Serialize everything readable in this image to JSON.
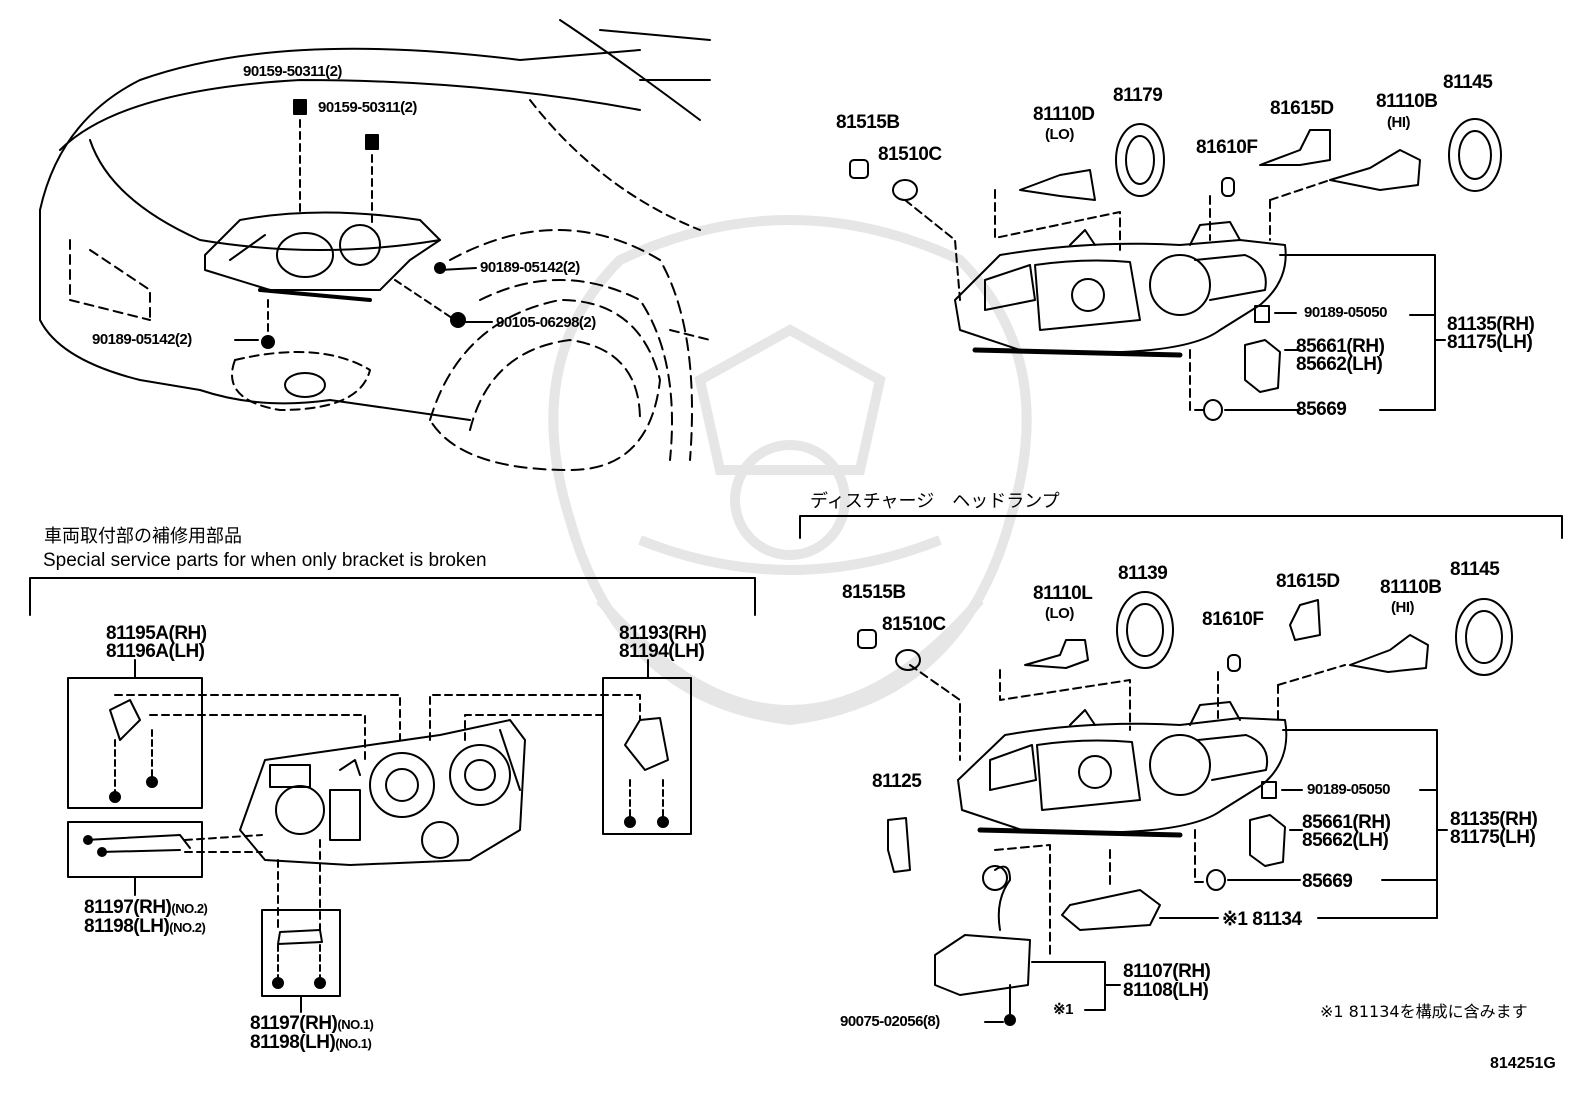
{
  "watermark": "samurai-helmet-logo",
  "colors": {
    "line": "#000000",
    "watermark": "#e6e6e6",
    "background": "#ffffff"
  },
  "vehicle_view": {
    "labels": {
      "bolt_a": "90159-50311(2)",
      "bolt_b": "90159-50311(2)",
      "screw_right": "90189-05142(2)",
      "screw_left": "90189-05142(2)",
      "nut": "90105-06298(2)"
    }
  },
  "halogen_assembly": {
    "labels": {
      "p81515b": "81515B",
      "p81510c": "81510C",
      "p81110d": "81110D",
      "p81110d_note": "(LO)",
      "p81179": "81179",
      "p81610f": "81610F",
      "p81615d": "81615D",
      "p81110b": "81110B",
      "p81110b_note": "(HI)",
      "p81145": "81145",
      "p90189": "90189-05050",
      "p81135": "81135(RH)",
      "p81175": "81175(LH)",
      "p85661": "85661(RH)",
      "p85662": "85662(LH)",
      "p85669": "85669"
    }
  },
  "bracket_section": {
    "title_jp": "車両取付部の補修用部品",
    "title_en": "Special service parts for when only bracket is broken",
    "labels": {
      "p81195a": "81195A(RH)",
      "p81196a": "81196A(LH)",
      "p81193": "81193(RH)",
      "p81194": "81194(LH)",
      "p81197_no2": "81197(RH)",
      "p81197_no2_note": "(NO.2)",
      "p81198_no2": "81198(LH)",
      "p81198_no2_note": "(NO.2)",
      "p81197_no1": "81197(RH)",
      "p81197_no1_note": "(NO.1)",
      "p81198_no1": "81198(LH)",
      "p81198_no1_note": "(NO.1)"
    }
  },
  "discharge_assembly": {
    "title_jp": "ディスチャージ　ヘッドランプ",
    "labels": {
      "p81515b": "81515B",
      "p81510c": "81510C",
      "p81110l": "81110L",
      "p81110l_note": "(LO)",
      "p81139": "81139",
      "p81610f": "81610F",
      "p81615d": "81615D",
      "p81110b": "81110B",
      "p81110b_note": "(HI)",
      "p81145": "81145",
      "p81125": "81125",
      "p90189": "90189-05050",
      "p81135": "81135(RH)",
      "p81175": "81175(LH)",
      "p85661": "85661(RH)",
      "p85662": "85662(LH)",
      "p85669": "85669",
      "p81134": "※1 81134",
      "p81107": "81107(RH)",
      "p81108": "81108(LH)",
      "ref_mark": "※1",
      "p90075": "90075-02056(8)",
      "footnote": "※1 81134を構成に含みます"
    }
  },
  "figure_code": "814251G"
}
